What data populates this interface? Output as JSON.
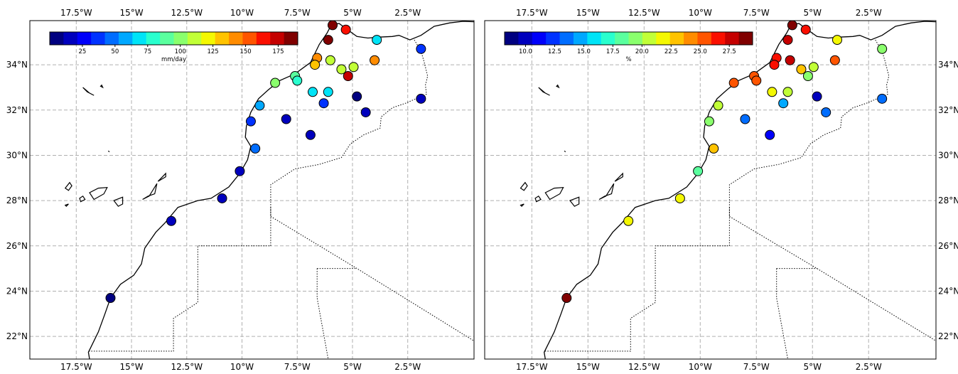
{
  "maps": [
    {
      "id": "left",
      "colorbar": {
        "label": "mm/day",
        "vmin": 0,
        "vmax": 190,
        "ticks": [
          25,
          50,
          75,
          100,
          125,
          150,
          175
        ],
        "tick_labels": [
          "25",
          "50",
          "75",
          "100",
          "125",
          "150",
          "175"
        ]
      },
      "stations": [
        {
          "lon": -5.9,
          "lat": 35.75,
          "value": 190
        },
        {
          "lon": -5.3,
          "lat": 35.55,
          "value": 160
        },
        {
          "lon": -6.1,
          "lat": 35.1,
          "value": 185
        },
        {
          "lon": -3.9,
          "lat": 35.1,
          "value": 65
        },
        {
          "lon": -1.9,
          "lat": 34.7,
          "value": 35
        },
        {
          "lon": -6.6,
          "lat": 34.3,
          "value": 140
        },
        {
          "lon": -6.7,
          "lat": 34.0,
          "value": 130
        },
        {
          "lon": -6.0,
          "lat": 34.2,
          "value": 115
        },
        {
          "lon": -5.5,
          "lat": 33.8,
          "value": 110
        },
        {
          "lon": -4.95,
          "lat": 33.9,
          "value": 110
        },
        {
          "lon": -4.0,
          "lat": 34.2,
          "value": 140
        },
        {
          "lon": -5.2,
          "lat": 33.5,
          "value": 170
        },
        {
          "lon": -7.6,
          "lat": 33.5,
          "value": 90
        },
        {
          "lon": -8.5,
          "lat": 33.2,
          "value": 95
        },
        {
          "lon": -7.5,
          "lat": 33.3,
          "value": 75
        },
        {
          "lon": -6.8,
          "lat": 32.8,
          "value": 70
        },
        {
          "lon": -6.1,
          "lat": 32.8,
          "value": 70
        },
        {
          "lon": -6.3,
          "lat": 32.3,
          "value": 40
        },
        {
          "lon": -4.8,
          "lat": 32.6,
          "value": 10
        },
        {
          "lon": -1.9,
          "lat": 32.5,
          "value": 15
        },
        {
          "lon": -9.2,
          "lat": 32.2,
          "value": 60
        },
        {
          "lon": -4.4,
          "lat": 31.9,
          "value": 20
        },
        {
          "lon": -9.6,
          "lat": 31.5,
          "value": 40
        },
        {
          "lon": -8.0,
          "lat": 31.6,
          "value": 15
        },
        {
          "lon": -6.9,
          "lat": 30.9,
          "value": 15
        },
        {
          "lon": -9.4,
          "lat": 30.3,
          "value": 50
        },
        {
          "lon": -10.1,
          "lat": 29.3,
          "value": 20
        },
        {
          "lon": -10.9,
          "lat": 28.1,
          "value": 20
        },
        {
          "lon": -13.2,
          "lat": 27.1,
          "value": 15
        },
        {
          "lon": -15.95,
          "lat": 23.7,
          "value": 5
        }
      ]
    },
    {
      "id": "right",
      "colorbar": {
        "label": "%",
        "vmin": 8.2,
        "vmax": 29.5,
        "ticks": [
          10.0,
          12.5,
          15.0,
          17.5,
          20.0,
          22.5,
          25.0,
          27.5
        ],
        "tick_labels": [
          "10.0",
          "12.5",
          "15.0",
          "17.5",
          "20.0",
          "22.5",
          "25.0",
          "27.5"
        ]
      },
      "stations": [
        {
          "lon": -5.9,
          "lat": 35.75,
          "value": 28.5
        },
        {
          "lon": -5.3,
          "lat": 35.55,
          "value": 26.5
        },
        {
          "lon": -6.1,
          "lat": 35.1,
          "value": 28.0
        },
        {
          "lon": -3.9,
          "lat": 35.1,
          "value": 21.5
        },
        {
          "lon": -1.9,
          "lat": 34.7,
          "value": 19.0
        },
        {
          "lon": -6.6,
          "lat": 34.3,
          "value": 27.0
        },
        {
          "lon": -6.7,
          "lat": 34.0,
          "value": 26.5
        },
        {
          "lon": -6.0,
          "lat": 34.2,
          "value": 28.0
        },
        {
          "lon": -5.5,
          "lat": 33.8,
          "value": 23.0
        },
        {
          "lon": -4.95,
          "lat": 33.9,
          "value": 20.5
        },
        {
          "lon": -4.0,
          "lat": 34.2,
          "value": 25.0
        },
        {
          "lon": -5.2,
          "lat": 33.5,
          "value": 19.5
        },
        {
          "lon": -7.6,
          "lat": 33.5,
          "value": 25.0
        },
        {
          "lon": -8.5,
          "lat": 33.2,
          "value": 25.0
        },
        {
          "lon": -7.5,
          "lat": 33.3,
          "value": 25.0
        },
        {
          "lon": -6.8,
          "lat": 32.8,
          "value": 21.5
        },
        {
          "lon": -6.1,
          "lat": 32.8,
          "value": 20.5
        },
        {
          "lon": -6.3,
          "lat": 32.3,
          "value": 14.5
        },
        {
          "lon": -4.8,
          "lat": 32.6,
          "value": 9.5
        },
        {
          "lon": -1.9,
          "lat": 32.5,
          "value": 14.0
        },
        {
          "lon": -9.2,
          "lat": 32.2,
          "value": 20.5
        },
        {
          "lon": -4.4,
          "lat": 31.9,
          "value": 14.0
        },
        {
          "lon": -9.6,
          "lat": 31.5,
          "value": 20.0
        },
        {
          "lon": -8.0,
          "lat": 31.6,
          "value": 13.5
        },
        {
          "lon": -6.9,
          "lat": 30.9,
          "value": 11.5
        },
        {
          "lon": -9.4,
          "lat": 30.3,
          "value": 23.5
        },
        {
          "lon": -10.1,
          "lat": 29.3,
          "value": 18.5
        },
        {
          "lon": -10.9,
          "lat": 28.1,
          "value": 21.5
        },
        {
          "lon": -13.2,
          "lat": 27.1,
          "value": 21.5
        },
        {
          "lon": -15.95,
          "lat": 23.7,
          "value": 29.0
        }
      ]
    }
  ],
  "axes": {
    "lon_ticks": [
      -17.5,
      -15,
      -12.5,
      -10,
      -7.5,
      -5,
      -2.5
    ],
    "lon_labels": [
      "17.5°W",
      "15°W",
      "12.5°W",
      "10°W",
      "7.5°W",
      "5°W",
      "2.5°W"
    ],
    "lat_ticks": [
      22,
      24,
      26,
      28,
      30,
      32,
      34
    ],
    "lat_labels": [
      "22°N",
      "24°N",
      "26°N",
      "28°N",
      "30°N",
      "32°N",
      "34°N"
    ],
    "lon_range": [
      -19.6,
      0.5
    ],
    "lat_range": [
      21.0,
      35.95
    ]
  },
  "colors": {
    "colormap": [
      "#000080",
      "#0000bd",
      "#0000fa",
      "#0032ff",
      "#006dff",
      "#00a8ff",
      "#00e4f7",
      "#29ffce",
      "#5aff9e",
      "#8aff6d",
      "#c1ff37",
      "#f4f802",
      "#ffc300",
      "#ff8c00",
      "#ff5500",
      "#fa0f00",
      "#c50000",
      "#800000"
    ],
    "grid": "#b0b0b0",
    "coast": "#000000"
  }
}
